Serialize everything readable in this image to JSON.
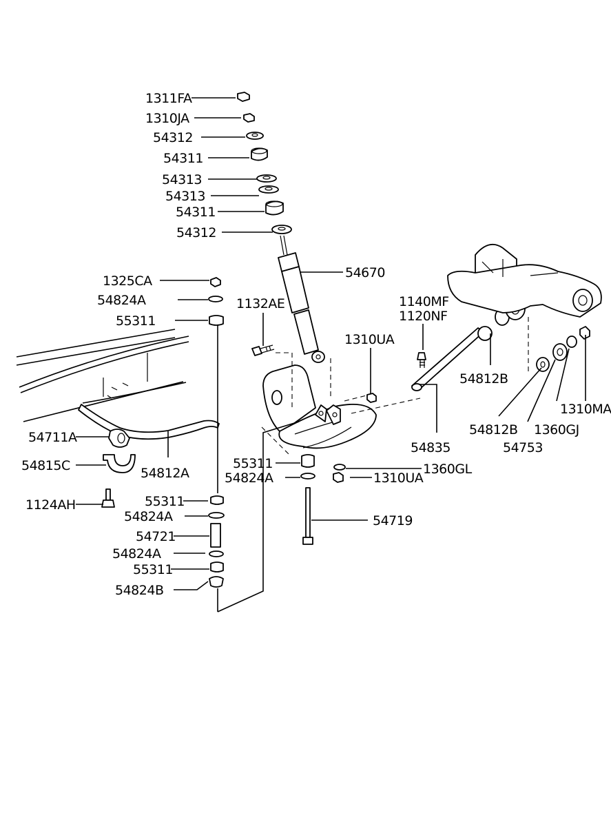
{
  "callouts": [
    {
      "id": "1311FA",
      "text": "1311FA"
    },
    {
      "id": "1310JA",
      "text": "1310JA"
    },
    {
      "id": "54312-top",
      "text": "54312"
    },
    {
      "id": "54311-top",
      "text": "54311"
    },
    {
      "id": "54313-a",
      "text": "54313"
    },
    {
      "id": "54313-b",
      "text": "54313"
    },
    {
      "id": "54311-bot",
      "text": "54311"
    },
    {
      "id": "54312-bot",
      "text": "54312"
    },
    {
      "id": "54670",
      "text": "54670"
    },
    {
      "id": "1325CA",
      "text": "1325CA"
    },
    {
      "id": "54824A-1",
      "text": "54824A"
    },
    {
      "id": "55311-1",
      "text": "55311"
    },
    {
      "id": "1132AE",
      "text": "1132AE"
    },
    {
      "id": "1140MF",
      "text": "1140MF"
    },
    {
      "id": "1120NF",
      "text": "1120NF"
    },
    {
      "id": "1310UA-1",
      "text": "1310UA"
    },
    {
      "id": "54812B-1",
      "text": "54812B"
    },
    {
      "id": "54812B-2",
      "text": "54812B"
    },
    {
      "id": "1360GJ",
      "text": "1360GJ"
    },
    {
      "id": "1310MA",
      "text": "1310MA"
    },
    {
      "id": "54753",
      "text": "54753"
    },
    {
      "id": "54835",
      "text": "54835"
    },
    {
      "id": "54711A",
      "text": "54711A"
    },
    {
      "id": "54815C",
      "text": "54815C"
    },
    {
      "id": "54812A",
      "text": "54812A"
    },
    {
      "id": "55311-2",
      "text": "55311"
    },
    {
      "id": "54824A-2",
      "text": "54824A"
    },
    {
      "id": "1360GL",
      "text": "1360GL"
    },
    {
      "id": "1310UA-2",
      "text": "1310UA"
    },
    {
      "id": "1124AH",
      "text": "1124AH"
    },
    {
      "id": "55311-3",
      "text": "55311"
    },
    {
      "id": "54824A-3",
      "text": "54824A"
    },
    {
      "id": "54719",
      "text": "54719"
    },
    {
      "id": "54721",
      "text": "54721"
    },
    {
      "id": "54824A-4",
      "text": "54824A"
    },
    {
      "id": "55311-4",
      "text": "55311"
    },
    {
      "id": "54824B",
      "text": "54824B"
    }
  ]
}
